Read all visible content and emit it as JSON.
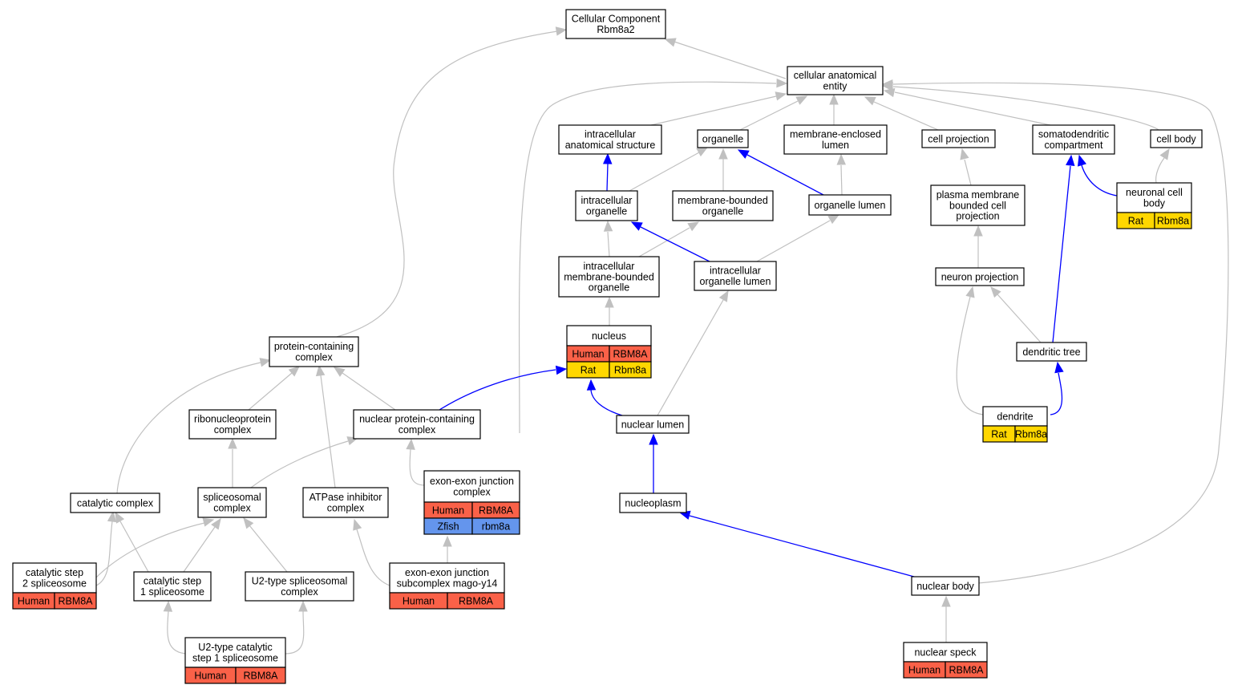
{
  "colors": {
    "grey_edge": "#c0c0c0",
    "blue_edge": "#0000ff",
    "human": "#fa6148",
    "rat": "#ffd700",
    "zfish": "#6495ed",
    "node_fill": "#ffffff",
    "node_border": "#000000"
  },
  "nodes": {
    "root": {
      "lines": [
        "Cellular Component",
        "Rbm8a2"
      ]
    },
    "cae": {
      "lines": [
        "cellular anatomical",
        "entity"
      ]
    },
    "ias": {
      "lines": [
        "intracellular",
        "anatomical structure"
      ]
    },
    "organelle": {
      "lines": [
        "organelle"
      ]
    },
    "mel": {
      "lines": [
        "membrane-enclosed",
        "lumen"
      ]
    },
    "cellproj": {
      "lines": [
        "cell projection"
      ]
    },
    "somato": {
      "lines": [
        "somatodendritic",
        "compartment"
      ]
    },
    "cellbody": {
      "lines": [
        "cell body"
      ]
    },
    "intorg": {
      "lines": [
        "intracellular",
        "organelle"
      ]
    },
    "mbo": {
      "lines": [
        "membrane-bounded",
        "organelle"
      ]
    },
    "orglumen": {
      "lines": [
        "organelle lumen"
      ]
    },
    "pmbcp": {
      "lines": [
        "plasma membrane",
        "bounded cell",
        "projection"
      ]
    },
    "ncb": {
      "lines": [
        "neuronal cell",
        "body"
      ],
      "annot": [
        [
          "Rat",
          "Rbm8a"
        ]
      ]
    },
    "imbo": {
      "lines": [
        "intracellular",
        "membrane-bounded",
        "organelle"
      ]
    },
    "iol": {
      "lines": [
        "intracellular",
        "organelle lumen"
      ]
    },
    "neuproj": {
      "lines": [
        "neuron projection"
      ]
    },
    "nucleus": {
      "lines": [
        "nucleus"
      ],
      "annot": [
        [
          "Human",
          "RBM8A"
        ],
        [
          "Rat",
          "Rbm8a"
        ]
      ]
    },
    "pcc": {
      "lines": [
        "protein-containing",
        "complex"
      ]
    },
    "dendtree": {
      "lines": [
        "dendritic tree"
      ]
    },
    "rnp": {
      "lines": [
        "ribonucleoprotein",
        "complex"
      ]
    },
    "npcc": {
      "lines": [
        "nuclear protein-containing",
        "complex"
      ]
    },
    "nuclumen": {
      "lines": [
        "nuclear lumen"
      ]
    },
    "dendrite": {
      "lines": [
        "dendrite"
      ],
      "annot": [
        [
          "Rat",
          "Rbm8a"
        ]
      ]
    },
    "ejc": {
      "lines": [
        "exon-exon junction",
        "complex"
      ],
      "annot": [
        [
          "Human",
          "RBM8A"
        ],
        [
          "Zfish",
          "rbm8a"
        ]
      ]
    },
    "catcomplex": {
      "lines": [
        "catalytic complex"
      ]
    },
    "spliceo": {
      "lines": [
        "spliceosomal",
        "complex"
      ]
    },
    "atpase": {
      "lines": [
        "ATPase inhibitor",
        "complex"
      ]
    },
    "nucleoplasm": {
      "lines": [
        "nucleoplasm"
      ]
    },
    "cs2": {
      "lines": [
        "catalytic step",
        "2 spliceosome"
      ],
      "annot": [
        [
          "Human",
          "RBM8A"
        ]
      ]
    },
    "cs1": {
      "lines": [
        "catalytic step",
        "1 spliceosome"
      ]
    },
    "u2type": {
      "lines": [
        "U2-type spliceosomal",
        "complex"
      ]
    },
    "ejcsub": {
      "lines": [
        "exon-exon junction",
        "subcomplex mago-y14"
      ],
      "annot": [
        [
          "Human",
          "RBM8A"
        ]
      ]
    },
    "nucbody": {
      "lines": [
        "nuclear body"
      ]
    },
    "u2cat": {
      "lines": [
        "U2-type catalytic",
        "step 1 spliceosome"
      ],
      "annot": [
        [
          "Human",
          "RBM8A"
        ]
      ]
    },
    "nucspeck": {
      "lines": [
        "nuclear speck"
      ],
      "annot": [
        [
          "Human",
          "RBM8A"
        ]
      ]
    }
  }
}
